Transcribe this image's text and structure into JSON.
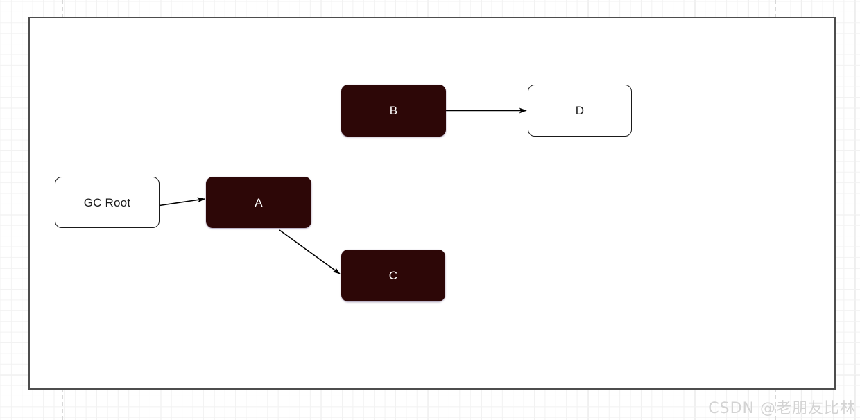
{
  "diagram": {
    "type": "object-reachability-graph",
    "title": "",
    "background": {
      "grid_minor_color": "#f2f2f2",
      "grid_major_color": "#e2e2e2",
      "frame_border_color": "#4d4d4d",
      "frame_fill": "#ffffff"
    },
    "palette": {
      "dark_fill": "#2d0707",
      "dark_text": "#ffffff",
      "light_fill": "#ffffff",
      "light_text": "#1a1a1a",
      "edge_color": "#000000",
      "watermark_color": "#d3d3d3"
    },
    "nodes": [
      {
        "id": "gcroot",
        "label": "GC Root",
        "style": "light"
      },
      {
        "id": "a",
        "label": "A",
        "style": "dark"
      },
      {
        "id": "b",
        "label": "B",
        "style": "dark"
      },
      {
        "id": "c",
        "label": "C",
        "style": "dark"
      },
      {
        "id": "d",
        "label": "D",
        "style": "light"
      }
    ],
    "edges": [
      {
        "id": "gcroot-to-a",
        "from": "GC Root",
        "to": "A",
        "arrow": "end"
      },
      {
        "id": "a-to-c",
        "from": "A",
        "to": "C",
        "arrow": "end"
      },
      {
        "id": "b-to-d",
        "from": "B",
        "to": "D",
        "arrow": "end"
      }
    ]
  },
  "watermark": {
    "text": "CSDN @老朋友比林"
  }
}
